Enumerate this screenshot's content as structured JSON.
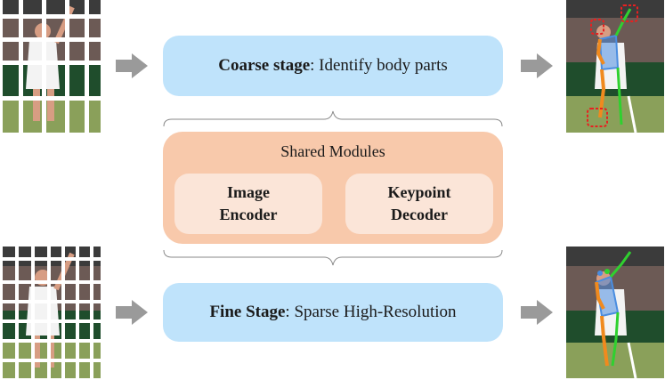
{
  "coarse_stage": {
    "bold": "Coarse stage",
    "rest": ": Identify body parts"
  },
  "fine_stage": {
    "bold": "Fine Stage",
    "rest": ": Sparse High-Resolution"
  },
  "shared": {
    "title": "Shared Modules",
    "image_encoder": {
      "line1": "Image",
      "line2": "Encoder"
    },
    "keypoint_decoder": {
      "line1": "Keypoint",
      "line2": "Decoder"
    }
  },
  "colors": {
    "stage_box": "#bfe3fb",
    "shared_box": "#f8c9ab",
    "module_box": "#fbe5d8",
    "arrow": "#9a9a9a",
    "skeleton_green": "#2fd12f",
    "skeleton_orange": "#f08a1e",
    "skeleton_blue": "#4a8de0",
    "highlight_red": "#e82020"
  },
  "icons": [
    "right-arrow-icon",
    "curly-brace-icon"
  ]
}
